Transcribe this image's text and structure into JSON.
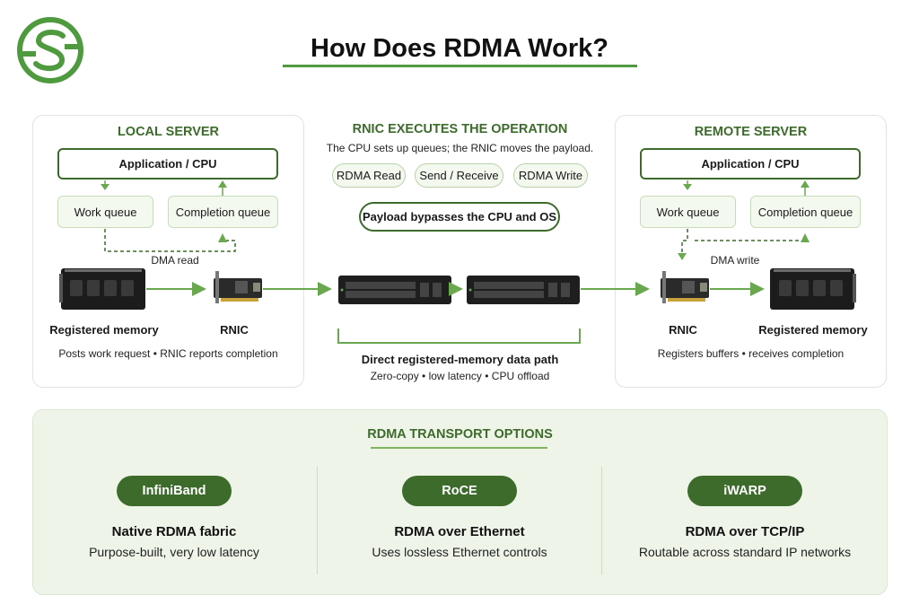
{
  "header": {
    "title": "How Does RDMA Work?",
    "logo_icon": "s-circle-logo"
  },
  "colors": {
    "brand_green": "#4f9a3e",
    "dark_green": "#3d6b2c",
    "light_green_bg": "#eef5e8"
  },
  "local_server": {
    "title": "LOCAL SERVER",
    "app_label": "Application / CPU",
    "work_queue": "Work queue",
    "completion_queue": "Completion queue",
    "dma_label": "DMA read",
    "memory_label": "Registered memory",
    "rnic_label": "RNIC",
    "caption": "Posts work request • RNIC reports completion"
  },
  "center": {
    "title": "RNIC EXECUTES THE OPERATION",
    "subtitle": "The CPU sets up queues; the RNIC moves the payload.",
    "ops": [
      "RDMA Read",
      "Send / Receive",
      "RDMA Write"
    ],
    "bypass_label": "Payload bypasses the CPU and OS",
    "path_title": "Direct registered-memory data path",
    "path_caption": "Zero-copy • low latency • CPU offload"
  },
  "remote_server": {
    "title": "REMOTE SERVER",
    "app_label": "Application / CPU",
    "work_queue": "Work queue",
    "completion_queue": "Completion queue",
    "dma_label": "DMA write",
    "rnic_label": "RNIC",
    "memory_label": "Registered memory",
    "caption": "Registers buffers • receives completion"
  },
  "transport": {
    "title": "RDMA TRANSPORT OPTIONS",
    "options": [
      {
        "name": "InfiniBand",
        "headline": "Native RDMA fabric",
        "desc": "Purpose-built, very low latency"
      },
      {
        "name": "RoCE",
        "headline": "RDMA over Ethernet",
        "desc": "Uses lossless Ethernet controls"
      },
      {
        "name": "iWARP",
        "headline": "RDMA over TCP/IP",
        "desc": "Routable across standard IP networks"
      }
    ]
  }
}
